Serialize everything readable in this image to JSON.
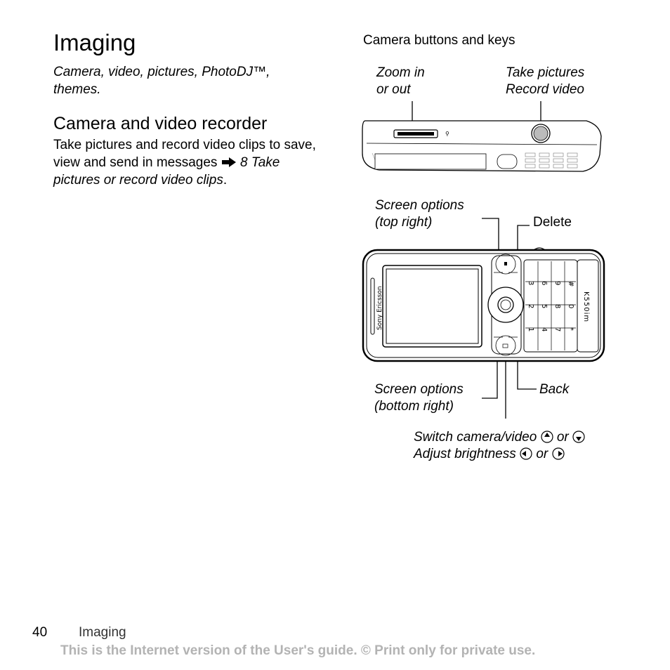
{
  "header": {
    "title": "Imaging"
  },
  "intro": {
    "text": "Camera, video, pictures, PhotoDJ™, themes."
  },
  "section": {
    "title": "Camera and video recorder",
    "body": "Take pictures and record video clips to save, view and send in messages",
    "ref_text": "8 Take pictures or record video clips"
  },
  "figure": {
    "caption": "Camera buttons and keys",
    "labels": {
      "zoom_line1": "Zoom in",
      "zoom_line2": "or out",
      "take_line1": "Take pictures",
      "take_line2": "Record video",
      "screen_top_line1": "Screen options",
      "screen_top_line2": "(top right)",
      "delete": "Delete",
      "screen_bottom_line1": "Screen options",
      "screen_bottom_line2": "(bottom right)",
      "back": "Back",
      "switch_text": "Switch camera/video",
      "adjust_text": "Adjust brightness",
      "or": "or"
    },
    "phone": {
      "brand": "Sony Ericsson",
      "model": "K550im",
      "keys": [
        "1",
        "2",
        "3",
        "4",
        "5",
        "6",
        "7",
        "8",
        "9",
        "*",
        "0",
        "#"
      ]
    }
  },
  "footer": {
    "page_number": "40",
    "section_name": "Imaging",
    "disclaimer": "This is the Internet version of the User's guide. © Print only for private use."
  }
}
